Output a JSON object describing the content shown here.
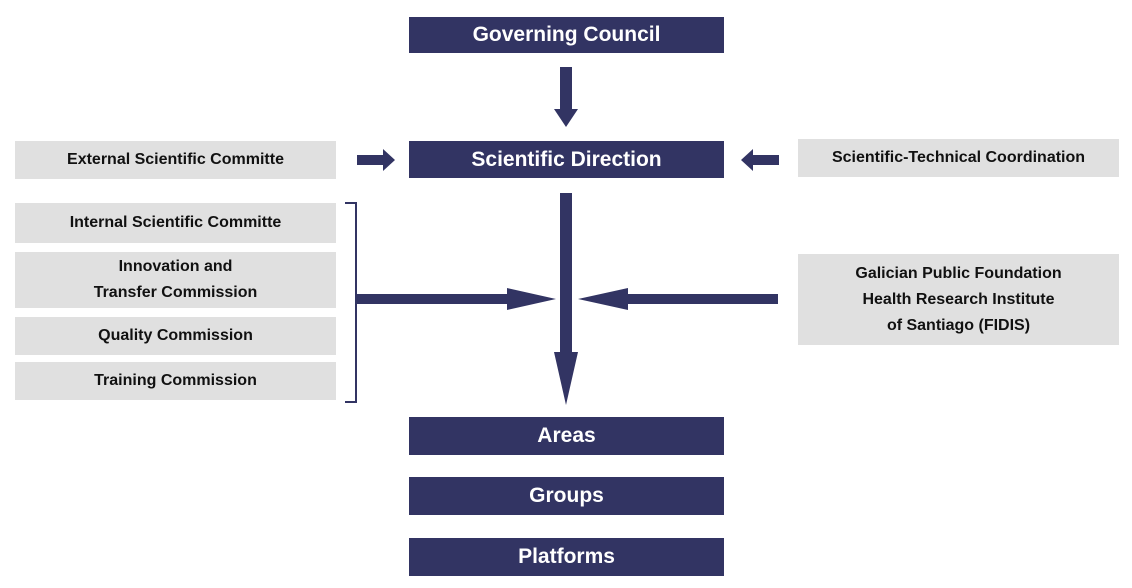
{
  "colors": {
    "primary": "#323463",
    "secondary": "#e0e0e0"
  },
  "nodes": {
    "governing_council": "Governing Council",
    "scientific_direction": "Scientific Direction",
    "external_committee": "External Scientific Committe",
    "scitech_coordination": "Scientific-Technical Coordination",
    "internal_committee": "Internal Scientific Committe",
    "innovation_line1": "Innovation and",
    "innovation_line2": "Transfer Commission",
    "quality": "Quality Commission",
    "training": "Training Commission",
    "fidis_line1": "Galician Public Foundation",
    "fidis_line2": "Health Research Institute",
    "fidis_line3": "of Santiago (FIDIS)",
    "areas": "Areas",
    "groups": "Groups",
    "platforms": "Platforms"
  }
}
